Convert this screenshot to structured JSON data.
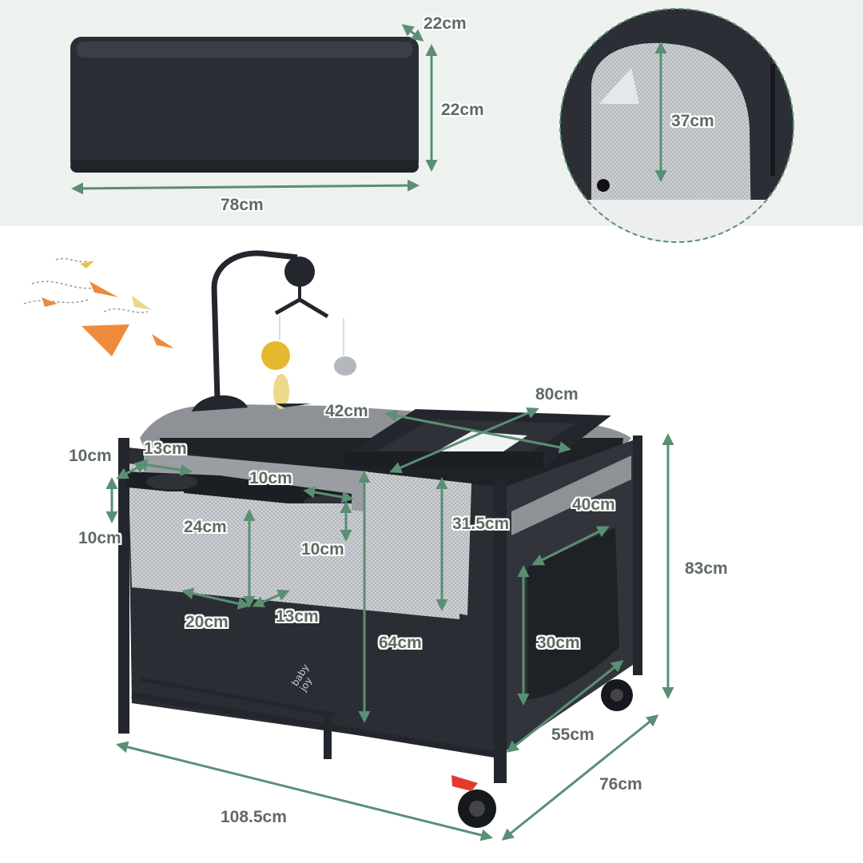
{
  "product": {
    "brand_logo": {
      "line1": "baby",
      "line2": "joy"
    }
  },
  "dimensions": {
    "bag_depth": "22cm",
    "bag_height": "22cm",
    "bag_length": "78cm",
    "window_height": "37cm",
    "changer_length": "80cm",
    "changer_width": "42cm",
    "organizer_side": "10cm",
    "organizer_length": "13cm",
    "organizer_depth": "10cm",
    "cup_holder_width": "10cm",
    "cup_holder_depth": "10cm",
    "organizer_pocket_height": "24cm",
    "changer_height": "31.5cm",
    "organizer_pocket_width": "20cm",
    "organizer_pocket_depth": "13cm",
    "side_pocket_length": "40cm",
    "side_pocket_height": "30cm",
    "bed_height": "64cm",
    "total_height": "83cm",
    "inner_width": "55cm",
    "outer_width": "76cm",
    "outer_length": "108.5cm"
  },
  "colors": {
    "measure_line": "#5a8f74",
    "label_text": "#5f6b62",
    "frame": "#23272d",
    "fabric_grey": "#8e9196",
    "background_band": "#eef2ef"
  }
}
